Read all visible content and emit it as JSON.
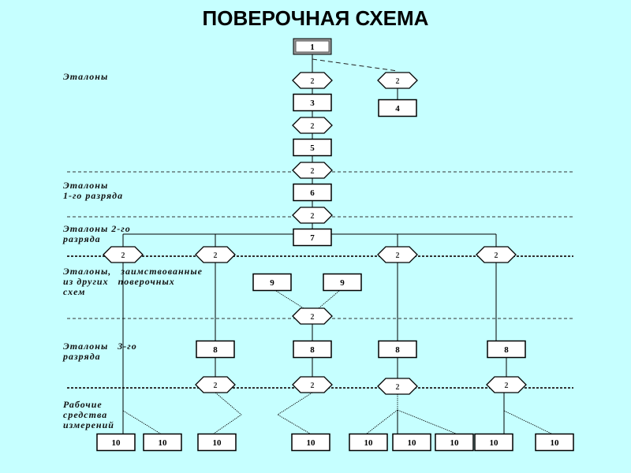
{
  "title": "ПОВЕРОЧНАЯ СХЕМА",
  "colors": {
    "background": "#c6ffff",
    "box_fill": "#ffffff",
    "stroke": "#000000",
    "separator": "#333333",
    "root_frame": "#999999"
  },
  "tiers": [
    {
      "id": "standards",
      "label": "Эталоны"
    },
    {
      "id": "rank1",
      "label": "Эталоны\n1-го разряда"
    },
    {
      "id": "rank2",
      "label": "Эталоны 2-го\nразряда"
    },
    {
      "id": "borrowed",
      "label": "Эталоны,   заимствованные\nиз других   поверочных\nсхем"
    },
    {
      "id": "rank3",
      "label": "Эталоны   3-го\nразряда"
    },
    {
      "id": "working",
      "label": "Рабочие\nсредства\nизмерений"
    }
  ],
  "nodes": {
    "n1": {
      "label": "1",
      "kind": "root"
    },
    "m_a": {
      "label": "2",
      "kind": "method"
    },
    "m_b": {
      "label": "2",
      "kind": "method"
    },
    "n3": {
      "label": "3",
      "kind": "standard"
    },
    "n4": {
      "label": "4",
      "kind": "standard"
    },
    "m_c": {
      "label": "2",
      "kind": "method"
    },
    "n5": {
      "label": "5",
      "kind": "standard"
    },
    "m_d": {
      "label": "2",
      "kind": "method"
    },
    "n6": {
      "label": "6",
      "kind": "standard"
    },
    "m_e": {
      "label": "2",
      "kind": "method"
    },
    "n7": {
      "label": "7",
      "kind": "standard"
    },
    "m_f1": {
      "label": "2",
      "kind": "method"
    },
    "m_f2": {
      "label": "2",
      "kind": "method"
    },
    "m_f3": {
      "label": "2",
      "kind": "method"
    },
    "m_f4": {
      "label": "2",
      "kind": "method"
    },
    "n9a": {
      "label": "9",
      "kind": "standard"
    },
    "n9b": {
      "label": "9",
      "kind": "standard"
    },
    "m_g": {
      "label": "2",
      "kind": "method"
    },
    "n8a": {
      "label": "8",
      "kind": "standard"
    },
    "n8b": {
      "label": "8",
      "kind": "standard"
    },
    "n8c": {
      "label": "8",
      "kind": "standard"
    },
    "n8d": {
      "label": "8",
      "kind": "standard"
    },
    "m_h1": {
      "label": "2",
      "kind": "method"
    },
    "m_h2": {
      "label": "2",
      "kind": "method"
    },
    "m_h3": {
      "label": "2",
      "kind": "method"
    },
    "m_h4": {
      "label": "2",
      "kind": "method"
    },
    "w1": {
      "label": "10",
      "kind": "instrument"
    },
    "w2": {
      "label": "10",
      "kind": "instrument"
    },
    "w3": {
      "label": "10",
      "kind": "instrument"
    },
    "w4": {
      "label": "10",
      "kind": "instrument"
    },
    "w5": {
      "label": "10",
      "kind": "instrument"
    },
    "w6": {
      "label": "10",
      "kind": "instrument"
    },
    "w7": {
      "label": "10",
      "kind": "instrument"
    },
    "w8": {
      "label": "10",
      "kind": "instrument"
    },
    "w9": {
      "label": "10",
      "kind": "instrument"
    }
  },
  "edges": [
    [
      "n1",
      "m_a",
      "solid"
    ],
    [
      "n1",
      "m_b",
      "dashed"
    ],
    [
      "m_a",
      "n3",
      "solid"
    ],
    [
      "m_b",
      "n4",
      "solid"
    ],
    [
      "n3",
      "m_c",
      "solid"
    ],
    [
      "m_c",
      "n5",
      "solid"
    ],
    [
      "n5",
      "m_d",
      "solid"
    ],
    [
      "m_d",
      "n6",
      "solid"
    ],
    [
      "n6",
      "m_e",
      "solid"
    ],
    [
      "m_e",
      "n7",
      "solid"
    ],
    [
      "n7",
      "m_f1",
      "solid"
    ],
    [
      "n7",
      "m_f2",
      "solid"
    ],
    [
      "n7",
      "m_f3",
      "solid"
    ],
    [
      "n7",
      "m_f4",
      "solid"
    ],
    [
      "n9a",
      "m_g",
      "solid"
    ],
    [
      "n9b",
      "m_g",
      "solid"
    ],
    [
      "m_f2",
      "n8a",
      "solid"
    ],
    [
      "m_g",
      "n8b",
      "solid"
    ],
    [
      "m_f3",
      "n8c",
      "solid"
    ],
    [
      "m_f4",
      "n8d",
      "solid"
    ],
    [
      "n8a",
      "m_h1",
      "solid"
    ],
    [
      "n8b",
      "m_h2",
      "solid"
    ],
    [
      "n8c",
      "m_h3",
      "solid"
    ],
    [
      "n8d",
      "m_h4",
      "solid"
    ],
    [
      "m_f1",
      "w1",
      "solid"
    ],
    [
      "m_f1",
      "w2",
      "solid"
    ],
    [
      "m_h1",
      "w3",
      "solid"
    ],
    [
      "m_h2",
      "w4",
      "solid"
    ],
    [
      "m_h3",
      "w5",
      "solid"
    ],
    [
      "m_h3",
      "w6",
      "solid"
    ],
    [
      "m_h3",
      "w7",
      "solid"
    ],
    [
      "m_h4",
      "w8",
      "solid"
    ],
    [
      "m_h4",
      "w9",
      "solid"
    ]
  ]
}
